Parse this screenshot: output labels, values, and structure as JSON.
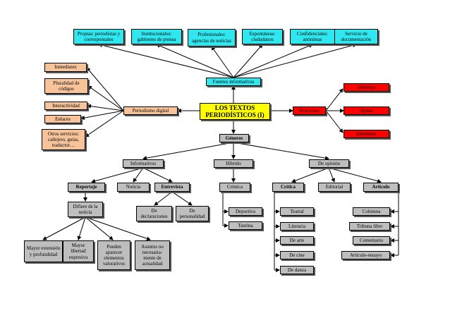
{
  "center": {
    "line1": "LOS TEXTOS",
    "line2": "PERIODÍSTICOS (I)"
  },
  "fuentes": {
    "label": "Fuentes informativas",
    "items": [
      "Propias: periodistas y corresponsales",
      "Institucionales: gabinetes de prensa",
      "Profesionales: agencias de noticias",
      "Espontáneas: ciudadanos",
      "Confidenciales: anónimas",
      "Servicio de documentación"
    ]
  },
  "digital": {
    "label": "Periodismo digital",
    "items": [
      "Inmediatez",
      "Pluralidad de códigos",
      "Interactividad",
      "Enlaces",
      "Otros servicios: callejero, guías, traductor…"
    ]
  },
  "funciones": {
    "label": "Funciones",
    "items": [
      "Informar",
      "Opinar",
      "Entretener"
    ]
  },
  "generos": {
    "label": "Géneros"
  },
  "informativos": {
    "label": "Informativos",
    "reportaje": "Reportaje",
    "noticia": "Noticia",
    "entrevista": "Entrevista",
    "difiere": "Difiere de la noticia",
    "diffs": [
      "Mayor extensión y profundidad",
      "Mayor libertad expresiva",
      "Pueden aparecer elementos valorativos",
      "Asuntos no necesaria-mente de actualidad"
    ],
    "entrevista_types": [
      "De declaraciones",
      "De personalidad"
    ]
  },
  "hibrido": {
    "label": "Híbrido",
    "cronica": "Crónica",
    "items": [
      "Deportiva",
      "Taurina"
    ]
  },
  "opinion": {
    "label": "De opinión",
    "critica": "Crítica",
    "editorial": "Editorial",
    "articulo": "Artículo",
    "critica_items": [
      "Teatral",
      "Literaria",
      "De arte",
      "De cine",
      "De danza"
    ],
    "articulo_items": [
      "Columna",
      "Tribuna libre",
      "Comentario",
      "Artículo-ensayo"
    ]
  }
}
